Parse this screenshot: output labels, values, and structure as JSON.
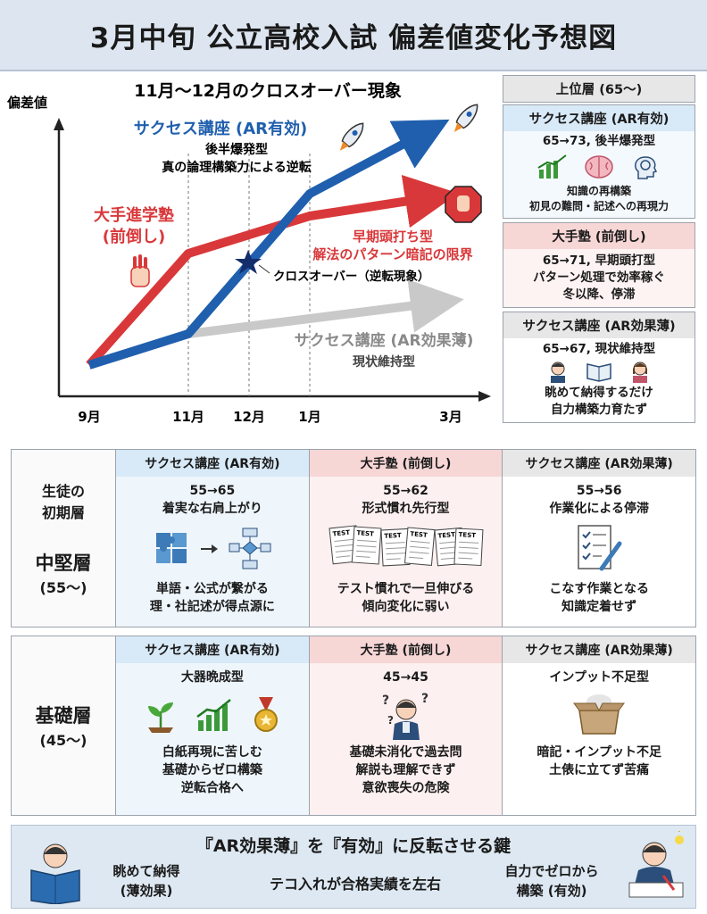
{
  "header": {
    "title": "3月中旬 公立高校入試 偏差値変化予想図"
  },
  "chart": {
    "subtitle": "11月〜12月のクロスオーバー現象",
    "ylabel": "偏差値",
    "x_ticks": [
      "9月",
      "11月",
      "12月",
      "1月",
      "3月"
    ],
    "blue_label": "サクセス講座 (AR有効)",
    "blue_desc1": "後半爆発型",
    "blue_desc2": "真の論理構築力による逆転",
    "red_label1": "大手進学塾",
    "red_label2": "(前倒し)",
    "red_desc1": "早期頭打ち型",
    "red_desc2": "解法のパターン暗記の限界",
    "gray_label": "サクセス講座 (AR効果薄)",
    "gray_desc": "現状維持型",
    "crossover_label": "クロスオーバー（逆転現象）",
    "colors": {
      "blue": "#1f5fae",
      "red": "#d9383a",
      "gray": "#c9c9c9"
    }
  },
  "right_panel": {
    "title": "上位層 (65〜)",
    "boxes": [
      {
        "head": "サクセス講座 (AR有効)",
        "line1": "65→73, 後半爆発型",
        "small1": "知識の再構築",
        "small2": "初見の難問・記述への再現力"
      },
      {
        "head": "大手塾 (前倒し)",
        "line1": "65→71, 早期頭打型",
        "line2": "パターン処理で効率稼ぐ",
        "line3": "冬以降、停滞"
      },
      {
        "head": "サクセス講座 (AR効果薄)",
        "line1": "65→67, 現状維持型",
        "line2": "眺めて納得するだけ",
        "line3": "自力構築力育たず"
      }
    ]
  },
  "middle": {
    "label1": "生徒の",
    "label2": "初期層",
    "level": "中堅層",
    "level_sub": "(55〜)",
    "cols": [
      {
        "head": "サクセス講座 (AR有効)",
        "line1": "55→65",
        "line2": "着実な右肩上がり",
        "foot1": "単語・公式が繋がる",
        "foot2": "理・社記述が得点源に"
      },
      {
        "head": "大手塾 (前倒し)",
        "line1": "55→62",
        "line2": "形式慣れ先行型",
        "foot1": "テスト慣れで一旦伸びる",
        "foot2": "傾向変化に弱い"
      },
      {
        "head": "サクセス講座 (AR効果薄)",
        "line1": "55→56",
        "line2": "作業化による停滞",
        "foot1": "こなす作業となる",
        "foot2": "知識定着せず"
      }
    ],
    "test_label": "TEST"
  },
  "basic": {
    "level": "基礎層",
    "level_sub": "(45〜)",
    "cols": [
      {
        "head": "サクセス講座 (AR有効)",
        "line1": "大器晩成型",
        "foot1": "白紙再現に苦しむ",
        "foot2": "基礎からゼロ構築",
        "foot3": "逆転合格へ"
      },
      {
        "head": "大手塾 (前倒し)",
        "line1": "45→45",
        "foot1": "基礎未消化で過去問",
        "foot2": "解説も理解できず",
        "foot3": "意欲喪失の危険"
      },
      {
        "head": "サクセス講座 (AR効果薄)",
        "line1": "インプット不足型",
        "foot1": "暗記・インプット不足",
        "foot2": "土俵に立てず苦痛"
      }
    ]
  },
  "banner": {
    "title": "『AR効果薄』を『有効』に反転させる鍵",
    "left1": "眺めて納得",
    "left2": "(薄効果)",
    "center": "テコ入れが合格実績を左右",
    "right1": "自力でゼロから",
    "right2": "構築 (有効)"
  }
}
